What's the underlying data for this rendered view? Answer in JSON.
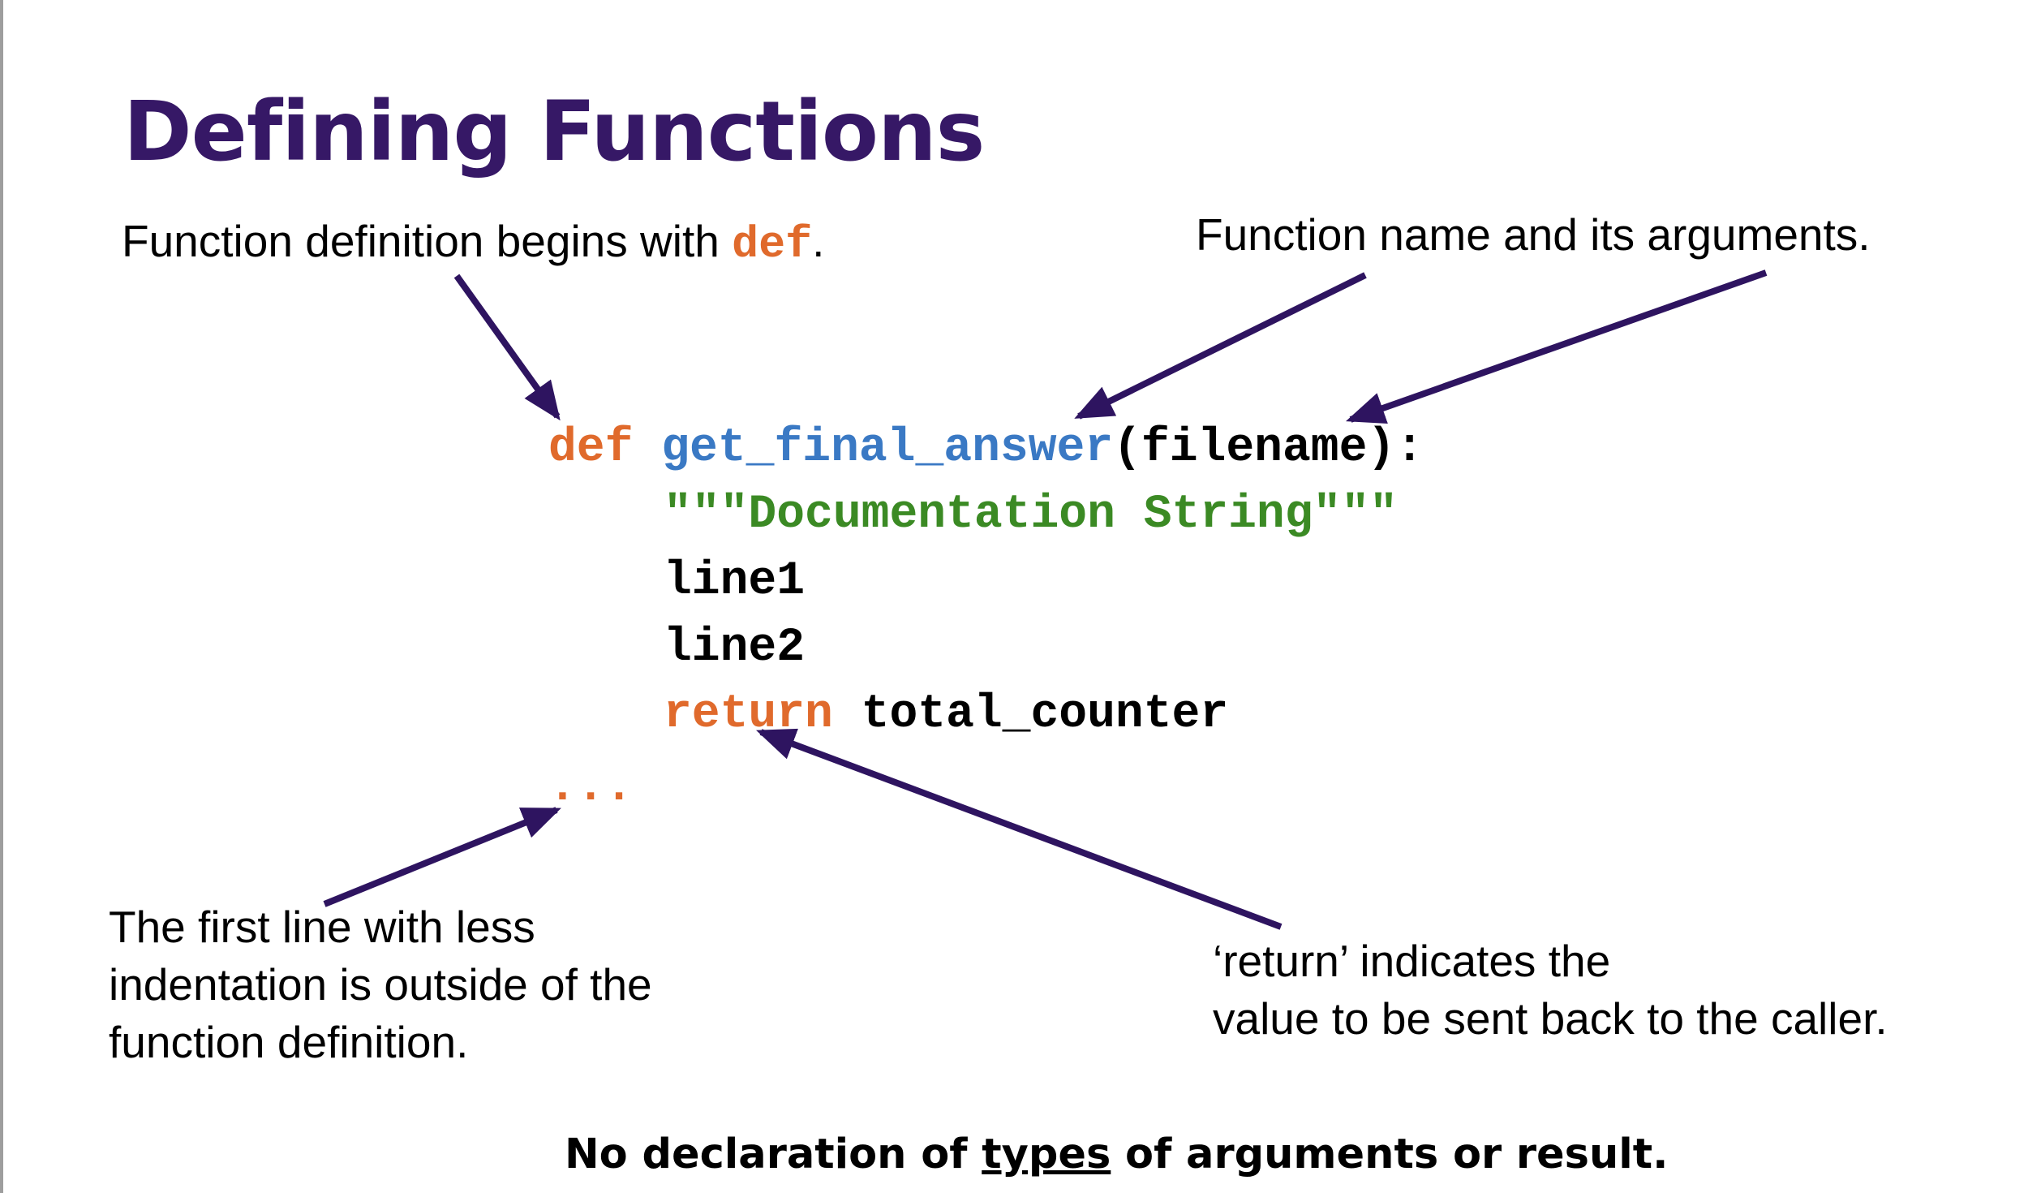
{
  "title": "Defining Functions",
  "annotations": {
    "def_note_prefix": "Function definition begins with ",
    "def_note_keyword": "def",
    "def_note_suffix": ".",
    "name_args_note": "Function name and its arguments.",
    "indent_note_line1": "The first line with less",
    "indent_note_line2": "indentation is outside of the",
    "indent_note_line3": "function definition.",
    "return_note_line1": "‘return’ indicates the",
    "return_note_line2": "value to be sent back to the caller."
  },
  "code": {
    "def_keyword": "def",
    "function_name": "get_final_answer",
    "arguments": "(filename)",
    "colon": ":",
    "docstring": "\"\"\"Documentation String\"\"\"",
    "line1": "line1",
    "line2": "line2",
    "return_keyword": "return",
    "return_value": "total_counter",
    "ellipsis": "..."
  },
  "footer": {
    "prefix": "No declaration of ",
    "underlined": "types",
    "suffix": " of arguments or result."
  },
  "colors": {
    "title": "#361866",
    "arrow": "#2e1460",
    "keyword": "#e06a2c",
    "function_name": "#3a79c4",
    "docstring": "#3b8a24"
  }
}
